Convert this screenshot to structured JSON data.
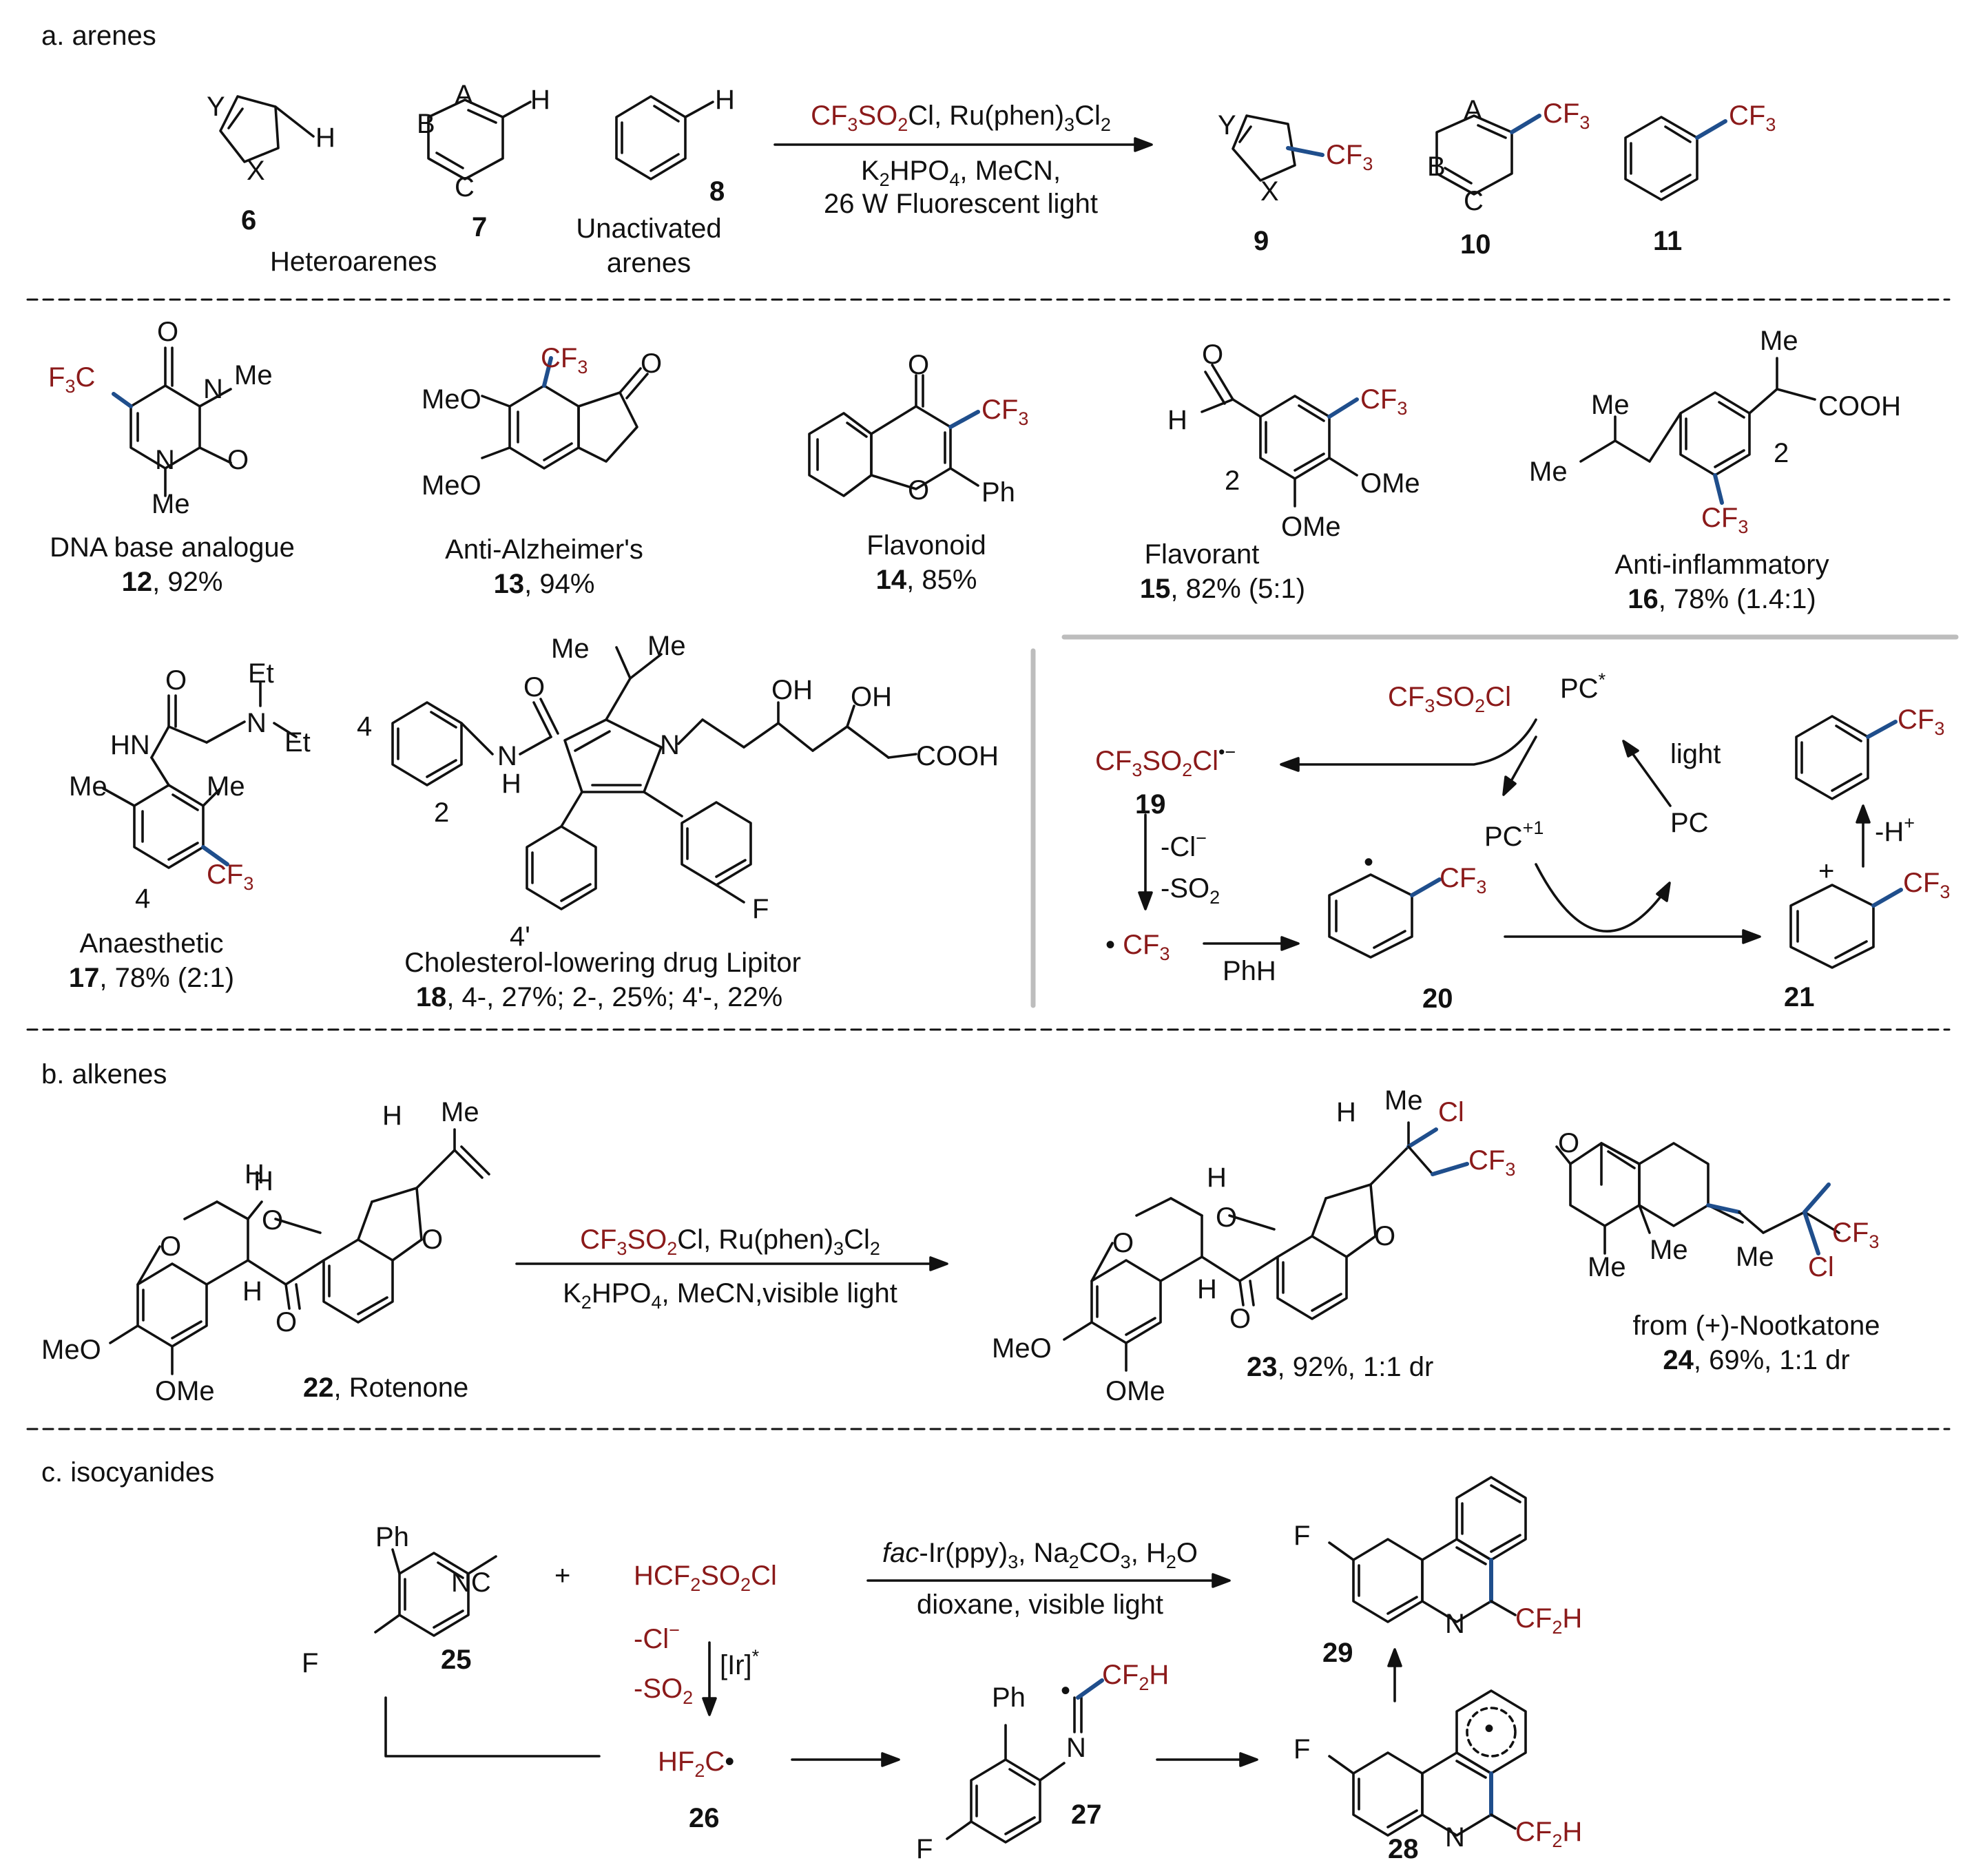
{
  "colors": {
    "reagent": "#8b1a1a",
    "bond": "#1f4e8c",
    "ink": "#111111",
    "divider": "#bdbdbd"
  },
  "sections": {
    "a": "a. arenes",
    "b": "b. alkenes",
    "c": "c. isocyanides"
  },
  "atoms": {
    "X": "X",
    "Y": "Y",
    "A": "A",
    "B": "B",
    "C": "C",
    "H": "H",
    "O": "O",
    "N": "N",
    "F": "F",
    "Cl": "Cl",
    "Me": "Me",
    "Et": "Et",
    "Ph": "Ph",
    "OH": "OH",
    "OMe": "OMe",
    "MeO": "MeO",
    "COOH": "COOH",
    "NC": "NC",
    "HN": "HN",
    "CF": "CF",
    "3": "3",
    "F3C_F": "F",
    "F3C_C": "C",
    "plus": "+",
    "radical": "•",
    "radical_minus": "•−"
  },
  "section_a": {
    "reagent_top": [
      "CF",
      "3",
      "SO",
      "2",
      "Cl, Ru(phen)",
      "3",
      "Cl",
      "2"
    ],
    "conditions_1": [
      "K",
      "2",
      "HPO",
      "4",
      ", MeCN,"
    ],
    "conditions_2": "26 W Fluorescent light",
    "heteroarenes": "Heteroarenes",
    "unactivated_1": "Unactivated",
    "unactivated_2": "arenes",
    "numbers": {
      "6": "6",
      "7": "7",
      "8": "8",
      "9": "9",
      "10": "10",
      "11": "11"
    }
  },
  "examples": [
    {
      "name": "DNA base analogue",
      "num": "12",
      "yield": ", 92%"
    },
    {
      "name": "Anti-Alzheimer's",
      "num": "13",
      "yield": ", 94%"
    },
    {
      "name": "Flavonoid",
      "num": "14",
      "yield": ", 85%"
    },
    {
      "name": "Flavorant",
      "num": "15",
      "yield": ", 82% (5:1)"
    },
    {
      "name": "Anti-inflammatory",
      "num": "16",
      "yield": ", 78% (1.4:1)"
    },
    {
      "name": "Anaesthetic",
      "num": "17",
      "yield": ", 78% (2:1)"
    },
    {
      "name": "Cholesterol-lowering drug Lipitor",
      "num": "18",
      "yield": ", 4-, 27%; 2-, 25%; 4'-, 22%"
    }
  ],
  "positions": {
    "p2": "2",
    "p4": "4",
    "p4p": "4'"
  },
  "mechanism": {
    "pc": "PC",
    "star": "*",
    "plus1": "+1",
    "light": "light",
    "minus_cl": [
      "-Cl",
      "−"
    ],
    "minus_so2": [
      "-SO",
      "2"
    ],
    "phh": "PhH",
    "minus_h": [
      "-H",
      "+"
    ],
    "numbers": {
      "19": "19",
      "20": "20",
      "21": "21"
    }
  },
  "section_b": {
    "reagent_top": [
      "CF",
      "3",
      "SO",
      "2",
      "Cl, Ru(phen)",
      "3",
      "Cl",
      "2"
    ],
    "conditions": [
      "K",
      "2",
      "HPO",
      "4",
      ", MeCN,visible light"
    ],
    "rotenone": {
      "num": "22",
      "name": ", Rotenone"
    },
    "product_23": {
      "num": "23",
      "yield": ", 92%, 1:1 dr"
    },
    "product_24": {
      "from": "from (+)-Nootkatone",
      "num": "24",
      "yield": ", 69%, 1:1 dr"
    }
  },
  "section_c": {
    "reagent": [
      "HCF",
      "2",
      "SO",
      "2",
      "Cl"
    ],
    "conditions_1": [
      "fac",
      "-Ir(ppy)",
      "3",
      ", Na",
      "2",
      "CO",
      "3",
      ", H",
      "2",
      "O"
    ],
    "conditions_2": "dioxane, visible light",
    "minus_cl": [
      "-Cl",
      "−"
    ],
    "minus_so2": [
      "-SO",
      "2"
    ],
    "ir_star": [
      "[Ir]",
      "*"
    ],
    "hf2c": [
      "HF",
      "2",
      "C"
    ],
    "cf2h": [
      "CF",
      "2",
      "H"
    ],
    "numbers": {
      "25": "25",
      "26": "26",
      "27": "27",
      "28": "28",
      "29": "29"
    }
  }
}
